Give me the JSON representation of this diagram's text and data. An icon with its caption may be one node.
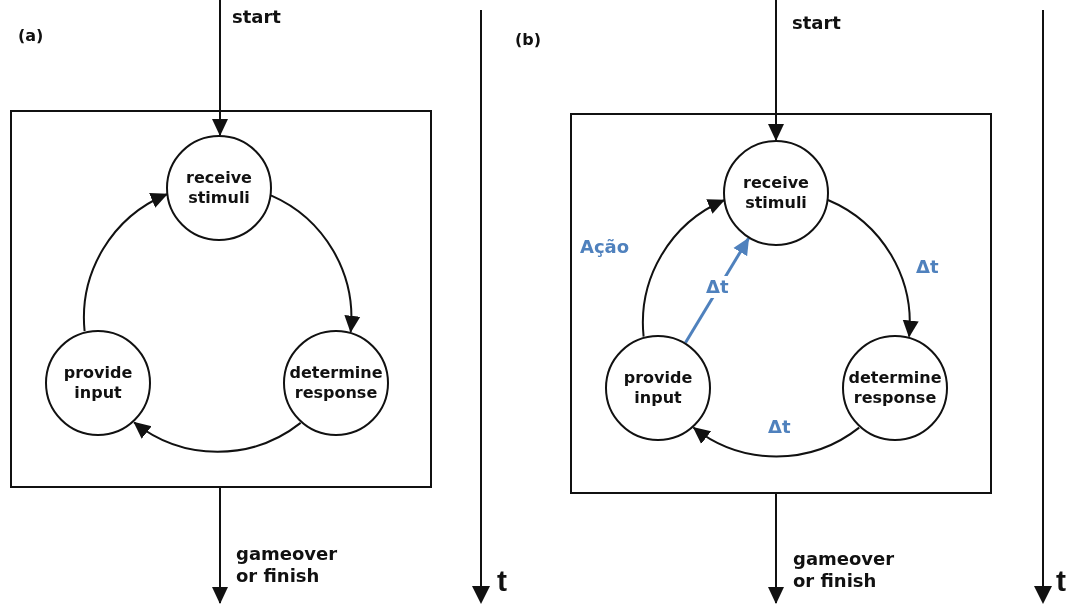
{
  "diagram": {
    "nodes": [
      {
        "text": [],
        "shape": "box"
      },
      {
        "text": [
          "receive stimuli"
        ],
        "in": 0
      },
      {
        "text": [
          "determine response"
        ],
        "in": 0
      },
      {
        "text": [
          "provide input"
        ],
        "in": 0
      },
      {
        "text": [],
        "shape": "box"
      },
      {
        "text": [
          "receive stimuli"
        ],
        "in": 4
      },
      {
        "text": [
          "determine response"
        ],
        "in": 4
      },
      {
        "text": [
          "provide input"
        ],
        "in": 4
      }
    ],
    "edges": [
      {
        "from": null,
        "to": 1,
        "arrow": "to",
        "label": "start"
      },
      {
        "from": 1,
        "to": 2,
        "arrow": "to"
      },
      {
        "from": 2,
        "to": 3,
        "arrow": "to"
      },
      {
        "from": 3,
        "to": 1,
        "arrow": "to"
      },
      {
        "from": 0,
        "to": null,
        "arrow": "to",
        "label": "gameover or finish"
      },
      {
        "from": null,
        "to": 5,
        "arrow": "to",
        "label": "start"
      },
      {
        "from": 5,
        "to": 6,
        "arrow": "to",
        "label": "Δt"
      },
      {
        "from": 6,
        "to": 7,
        "arrow": "to",
        "label": "Δt"
      },
      {
        "from": 7,
        "to": 5,
        "arrow": "to",
        "label": "Ação"
      },
      {
        "from": 7,
        "to": 5,
        "arrow": "to",
        "label": "Δt",
        "color": "#4f81bd"
      },
      {
        "from": 4,
        "to": null,
        "arrow": "to",
        "label": "gameover or finish"
      }
    ],
    "labels": [
      "(a)",
      "t",
      "(b)",
      "t"
    ]
  }
}
